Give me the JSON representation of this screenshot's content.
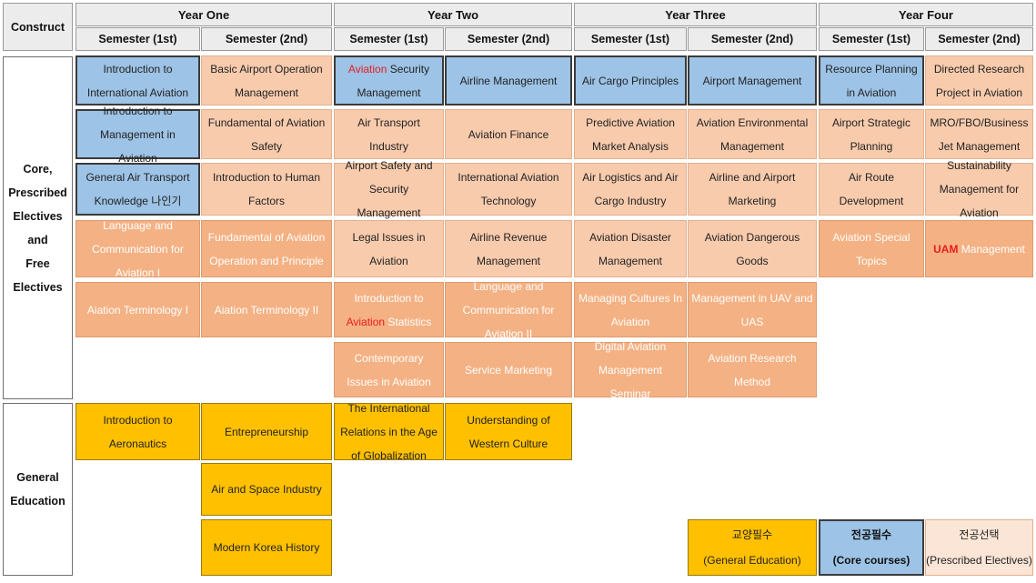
{
  "header": {
    "construct": "Construct",
    "years": [
      "Year One",
      "Year Two",
      "Year Three",
      "Year Four"
    ],
    "semester_first": "Semester (1st)",
    "semester_second": "Semester (2nd)"
  },
  "sections": {
    "core_label_lines": [
      "Core,",
      "Prescribed",
      "Electives and",
      "Free Electives"
    ],
    "general_label_lines": [
      "General",
      "Education"
    ]
  },
  "courses": {
    "y1s1_r1": "Introduction to International Aviation",
    "y1s1_r2": "Introduction to Management in Aviation",
    "y1s1_r3": "General Air Transport Knowledge 나인기",
    "y1s1_r4": "Language and Communication for Aviation I",
    "y1s1_r5": "Aiation Terminology I",
    "y1s2_r1": "Basic Airport Operation Management",
    "y1s2_r2": "Fundamental of Aviation Safety",
    "y1s2_r3": "Introduction to Human Factors",
    "y1s2_r4": "Fundamental of Aviation Operation and Principle",
    "y1s2_r5": "Aiation Terminology II",
    "y2s1_r1_red": "Aviation",
    "y2s1_r1_rest": " Security Management",
    "y2s1_r2": "Air Transport Industry",
    "y2s1_r3": "Airport Safety and Security Management",
    "y2s1_r4": "Legal Issues in Aviation",
    "y2s1_r5_a": "Introduction to ",
    "y2s1_r5_red": "Aviation",
    "y2s1_r5_b": " Statistics",
    "y2s1_r6": "Contemporary Issues in Aviation",
    "y2s2_r1": "Airline Management",
    "y2s2_r2": "Aviation Finance",
    "y2s2_r3": "International Aviation Technology",
    "y2s2_r4": "Airline Revenue Management",
    "y2s2_r5": "Language and Communication for Aviation II",
    "y2s2_r6": "Service Marketing",
    "y3s1_r1": "Air Cargo Principles",
    "y3s1_r2": "Predictive Aviation Market Analysis",
    "y3s1_r3": "Air Logistics and Air Cargo Industry",
    "y3s1_r4": "Aviation Disaster Management",
    "y3s1_r5": "Managing Cultures In Aviation",
    "y3s1_r6": "Digital Aviation Management Seminar",
    "y3s2_r1": "Airport Management",
    "y3s2_r2": "Aviation Environmental Management",
    "y3s2_r3": "Airline and Airport Marketing",
    "y3s2_r4": "Aviation Dangerous Goods",
    "y3s2_r5": "Management in UAV and UAS",
    "y3s2_r6": "Aviation Research Method",
    "y4s1_r1": "Resource Planning in Aviation",
    "y4s1_r2": "Airport Strategic Planning",
    "y4s1_r3": "Air Route Development",
    "y4s1_r4": "Aviation Special Topics",
    "y4s2_r1": "Directed Research Project in Aviation",
    "y4s2_r2": "MRO/FBO/Business Jet Management",
    "y4s2_r3": "Sustainability Management for Aviation",
    "y4s2_r4_red": "UAM",
    "y4s2_r4_rest": " Management"
  },
  "general": {
    "intro_aeronautics": "Introduction to Aeronautics",
    "entrepreneurship": "Entrepreneurship",
    "air_space_industry": "Air and Space Industry",
    "modern_korea_history": "Modern Korea History",
    "intl_relations": "The International Relations in the Age of Globalization",
    "western_culture": "Understanding of Western Culture"
  },
  "legend": {
    "general_ko": "교양필수",
    "general_en": "(General Education)",
    "core_ko": "전공필수",
    "core_en": "(Core courses)",
    "prescribed_ko": "전공선택",
    "prescribed_en": "(Prescribed Electives)"
  },
  "colors": {
    "core": "#9dc3e6",
    "prescribed": "#f8cbad",
    "prescribed_strong": "#f4b183",
    "general": "#ffc000",
    "highlight_red": "#e81c1c"
  }
}
